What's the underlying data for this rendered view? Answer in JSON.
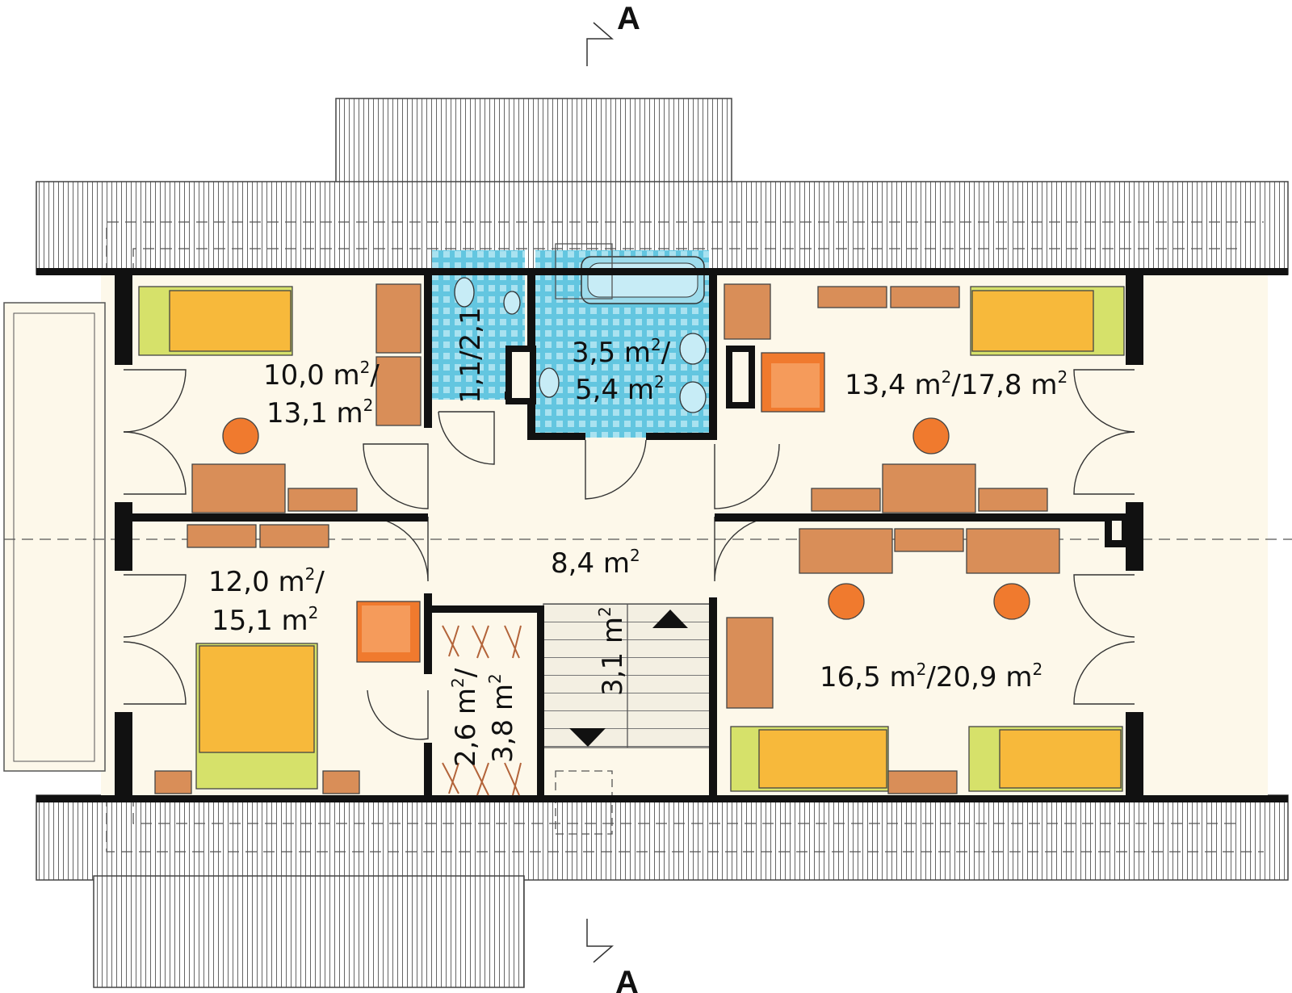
{
  "section_marks": [
    {
      "id": "top",
      "letter": "A"
    },
    {
      "id": "bottom",
      "letter": "A"
    }
  ],
  "rooms": [
    {
      "id": "bedroom-top-left",
      "line1": "10,0 m",
      "sup1": "2",
      "line1_tail": "/",
      "line2": "13,1 m",
      "sup2": "2"
    },
    {
      "id": "wc",
      "line1": "1,1/2,1",
      "sup1": "",
      "line1_tail": "",
      "line2": "",
      "sup2": ""
    },
    {
      "id": "bathroom",
      "line1": "3,5 m",
      "sup1": "2",
      "line1_tail": "/",
      "line2": "5,4 m",
      "sup2": "2"
    },
    {
      "id": "bedroom-top-right",
      "line1": "13,4 m",
      "sup1": "2",
      "line1_tail": "/17,8 m",
      "line1_sup2": "2",
      "line2": "",
      "sup2": ""
    },
    {
      "id": "hall",
      "line1": "8,4 m",
      "sup1": "2",
      "line1_tail": "",
      "line2": "",
      "sup2": ""
    },
    {
      "id": "bedroom-bottom-left",
      "line1": "12,0 m",
      "sup1": "2",
      "line1_tail": "/",
      "line2": "15,1 m",
      "sup2": "2"
    },
    {
      "id": "wardrobe",
      "line1": "2,6 m",
      "sup1": "2",
      "line1_tail": "/",
      "line2": "3,8 m",
      "sup2": "2"
    },
    {
      "id": "stairs",
      "line1": "3,1 m",
      "sup1": "2",
      "line1_tail": "",
      "line2": "",
      "sup2": ""
    },
    {
      "id": "bedroom-bottom-right",
      "line1": "16,5 m",
      "sup1": "2",
      "line1_tail": "/20,9 m",
      "line1_sup2": "2",
      "line2": "",
      "sup2": ""
    }
  ],
  "colors": {
    "floor": "#fdf8ea",
    "wall": "#111111",
    "roof_line": "#555555",
    "tile": "#63c6e0",
    "bed_frame": "#d6e16a",
    "bed_cover": "#f7b93b",
    "furniture": "#d98e58",
    "chair": "#f07a2e"
  }
}
